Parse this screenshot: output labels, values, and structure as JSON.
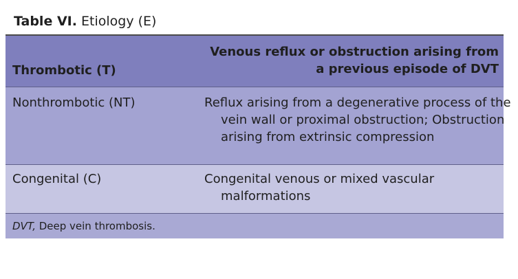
{
  "table": {
    "caption_label": "Table VI.",
    "caption_title": "Etiology (E)",
    "rows": [
      {
        "term": "Thrombotic (T)",
        "description": "Venous reflux or obstruction arising from a previous episode of DVT"
      },
      {
        "term": "Nonthrombotic (NT)",
        "description": "Reflux arising from a degenerative process of the vein wall or proximal obstruction; Obstruction arising from extrinsic compression"
      },
      {
        "term": "Congenital (C)",
        "description": "Congenital venous or mixed vascular malformations"
      }
    ],
    "footnote": {
      "abbr": "DVT,",
      "text": " Deep vein thrombosis."
    }
  }
}
